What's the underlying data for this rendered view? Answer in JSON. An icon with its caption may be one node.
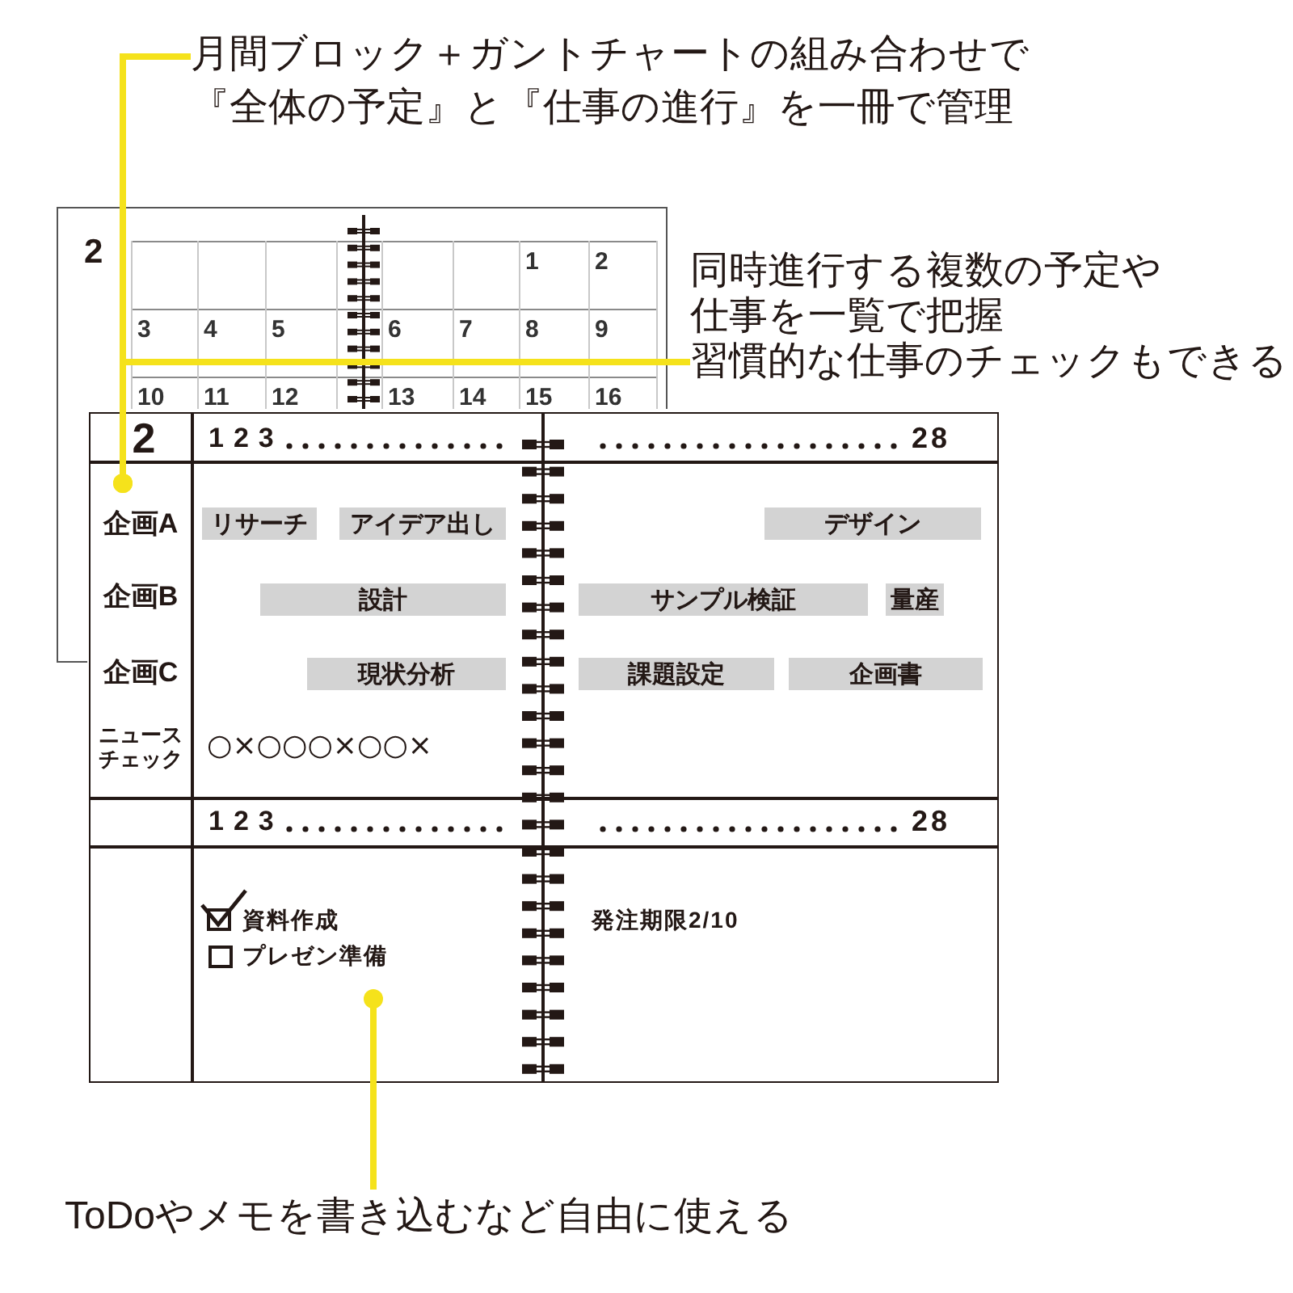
{
  "diagram": {
    "nodes": [
      {
        "text": [
          "月間ブロック＋ガントチャートの組み合わせで『全体の予定』と『仕事の進行』を一冊で管理"
        ]
      },
      {
        "text": [
          "2",
          "1",
          "2",
          "3",
          "4",
          "5",
          "6",
          "7",
          "8",
          "9",
          "10",
          "11",
          "12",
          "13",
          "14",
          "15",
          "16"
        ]
      },
      {
        "text": [
          "同時進行する複数の予定や仕事を一覧で把握",
          "習慣的な仕事のチェックもできる"
        ]
      },
      {
        "text": [
          "2",
          "123",
          "28",
          "企画A",
          "企画B",
          "企画C",
          "ニュースチェック",
          "○×○○○×○○×",
          "123",
          "28",
          "資料作成",
          "プレゼン準備",
          "発注期限2/10"
        ]
      },
      {
        "text": [
          "リサーチ"
        ],
        "in": 3
      },
      {
        "text": [
          "アイデア出し"
        ],
        "in": 3
      },
      {
        "text": [
          "デザイン"
        ],
        "in": 3
      },
      {
        "text": [
          "設計"
        ],
        "in": 3
      },
      {
        "text": [
          "サンプル検証"
        ],
        "in": 3
      },
      {
        "text": [
          "量産"
        ],
        "in": 3
      },
      {
        "text": [
          "現状分析"
        ],
        "in": 3
      },
      {
        "text": [
          "課題設定"
        ],
        "in": 3
      },
      {
        "text": [
          "企画書"
        ],
        "in": 3
      },
      {
        "text": [
          "ToDoやメモを書き込むなど自由に使える"
        ]
      }
    ],
    "edges": [
      {
        "from": 0,
        "to": 3,
        "arrow": "other"
      },
      {
        "from": 2,
        "to": 3,
        "arrow": "other"
      },
      {
        "from": 13,
        "to": 3,
        "arrow": "other"
      }
    ]
  }
}
